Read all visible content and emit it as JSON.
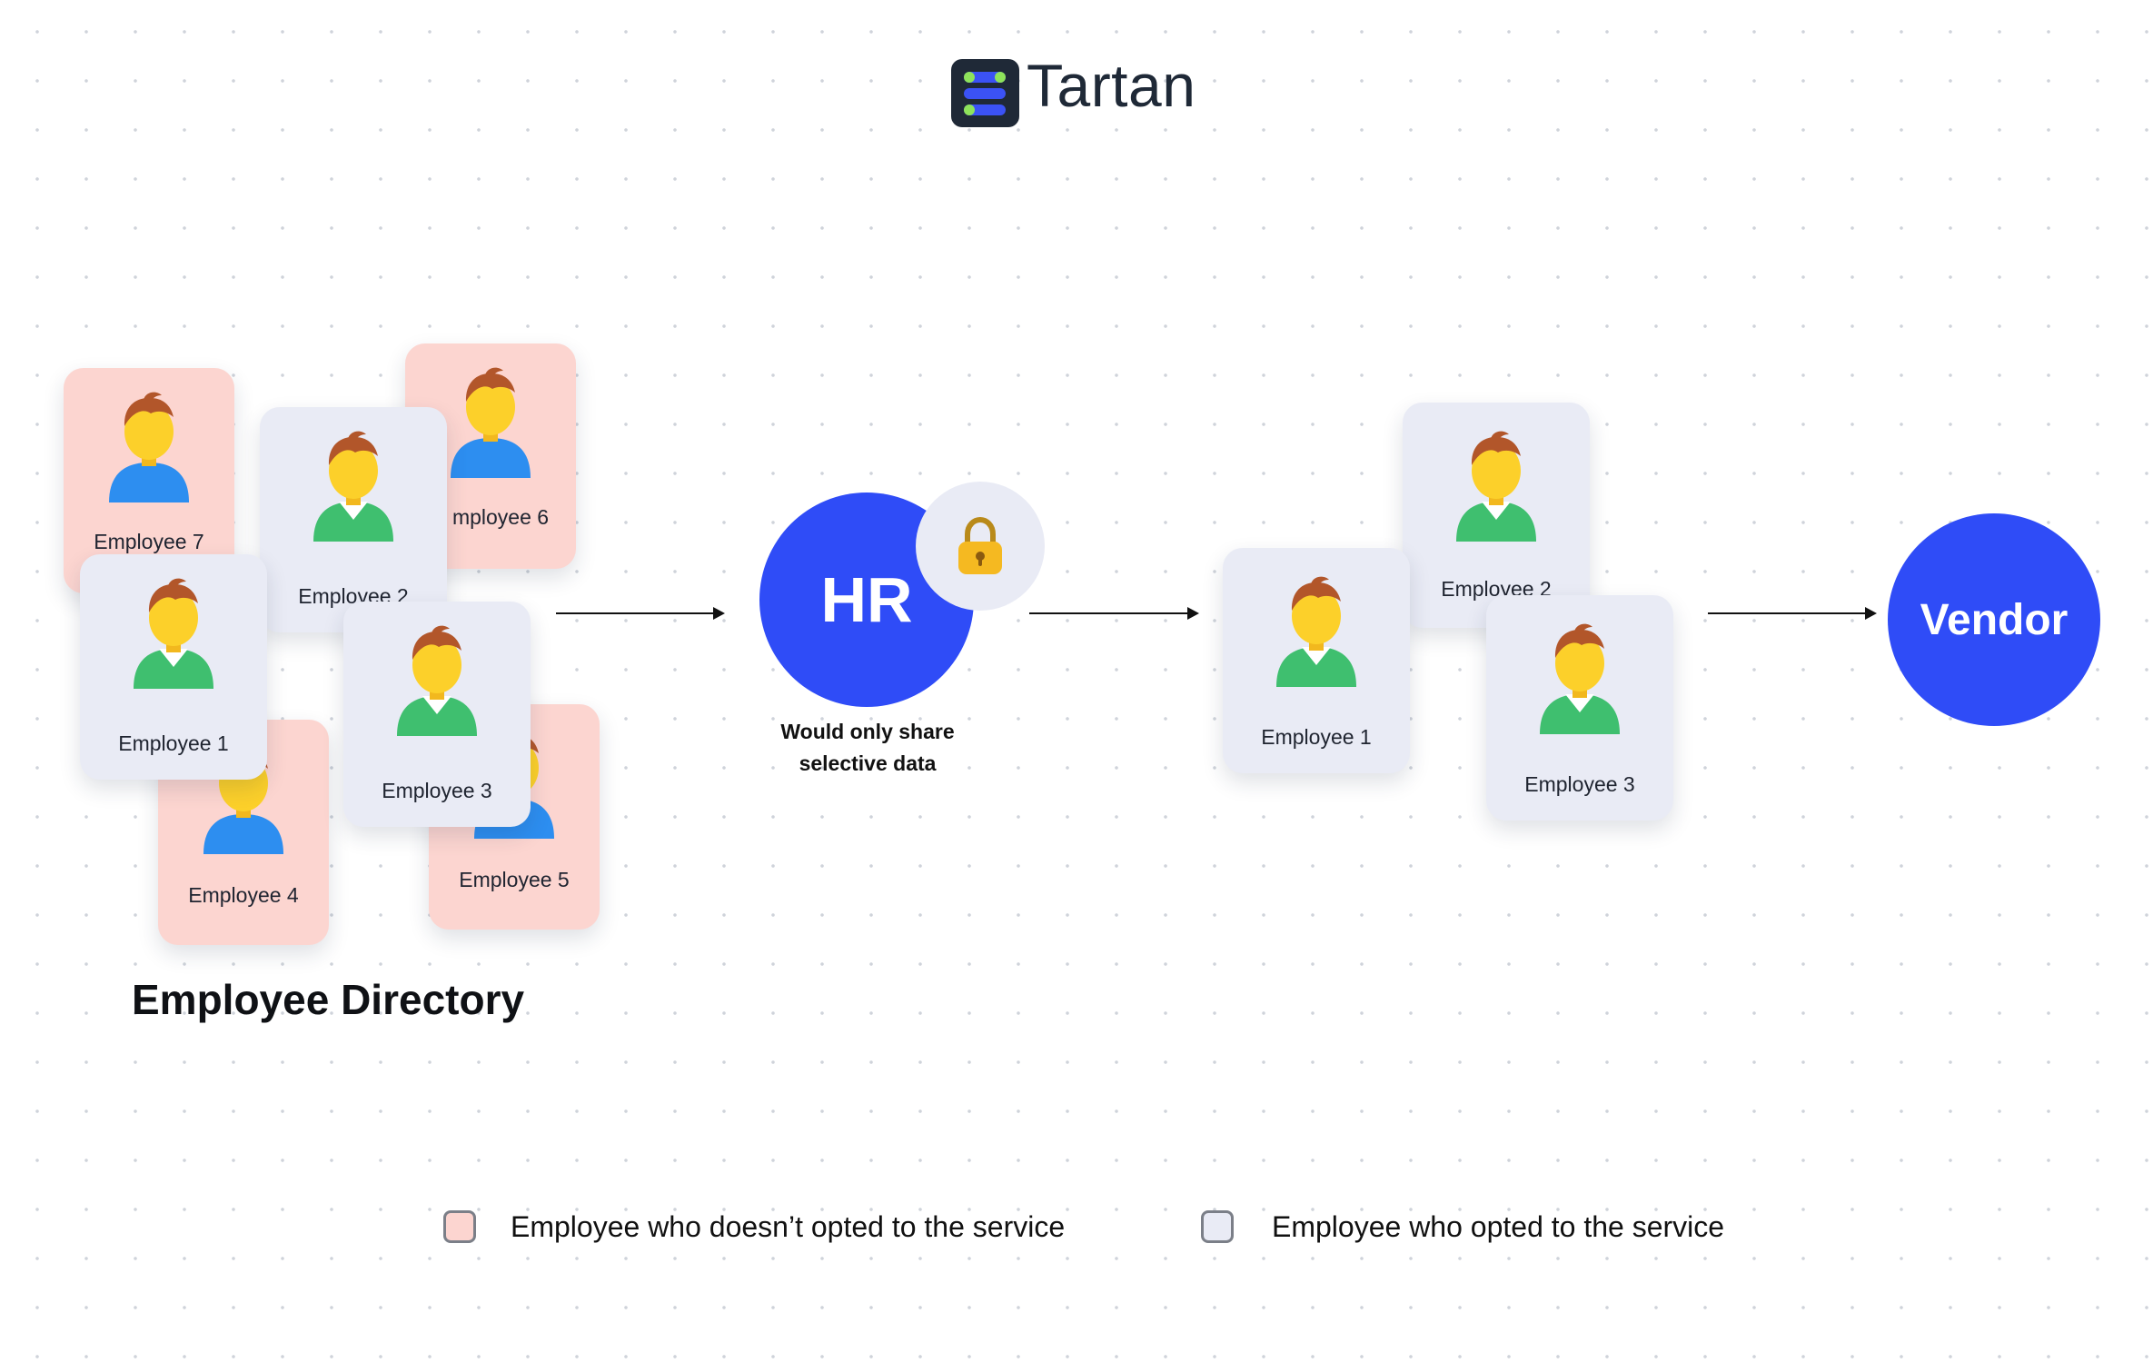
{
  "brand": {
    "name": "Tartan"
  },
  "directory": {
    "title": "Employee Directory",
    "cards": [
      {
        "label": "Employee 7",
        "status": "not-opted"
      },
      {
        "label": "mployee 6",
        "status": "not-opted"
      },
      {
        "label": "Employee 4",
        "status": "not-opted"
      },
      {
        "label": "Employee 5",
        "status": "not-opted"
      },
      {
        "label": "Employee 2",
        "status": "opted"
      },
      {
        "label": "Employee 1",
        "status": "opted"
      },
      {
        "label": "Employee 3",
        "status": "opted"
      }
    ]
  },
  "hr": {
    "label": "HR",
    "caption_line1": "Would only share",
    "caption_line2": "selective data"
  },
  "shared": {
    "cards": [
      {
        "label": "Employee 2",
        "status": "opted"
      },
      {
        "label": "Employee 1",
        "status": "opted"
      },
      {
        "label": "Employee 3",
        "status": "opted"
      }
    ]
  },
  "vendor": {
    "label": "Vendor"
  },
  "legend": {
    "not_opted": "Employee who doesn’t opted to the service",
    "opted": "Employee who opted to the service"
  },
  "colors": {
    "accent": "#2f4cf7",
    "not_opted_card": "#fcd5d0",
    "opted_card": "#e9ebf5",
    "brand_green": "#8ee35a",
    "brand_dark": "#1f2937"
  }
}
